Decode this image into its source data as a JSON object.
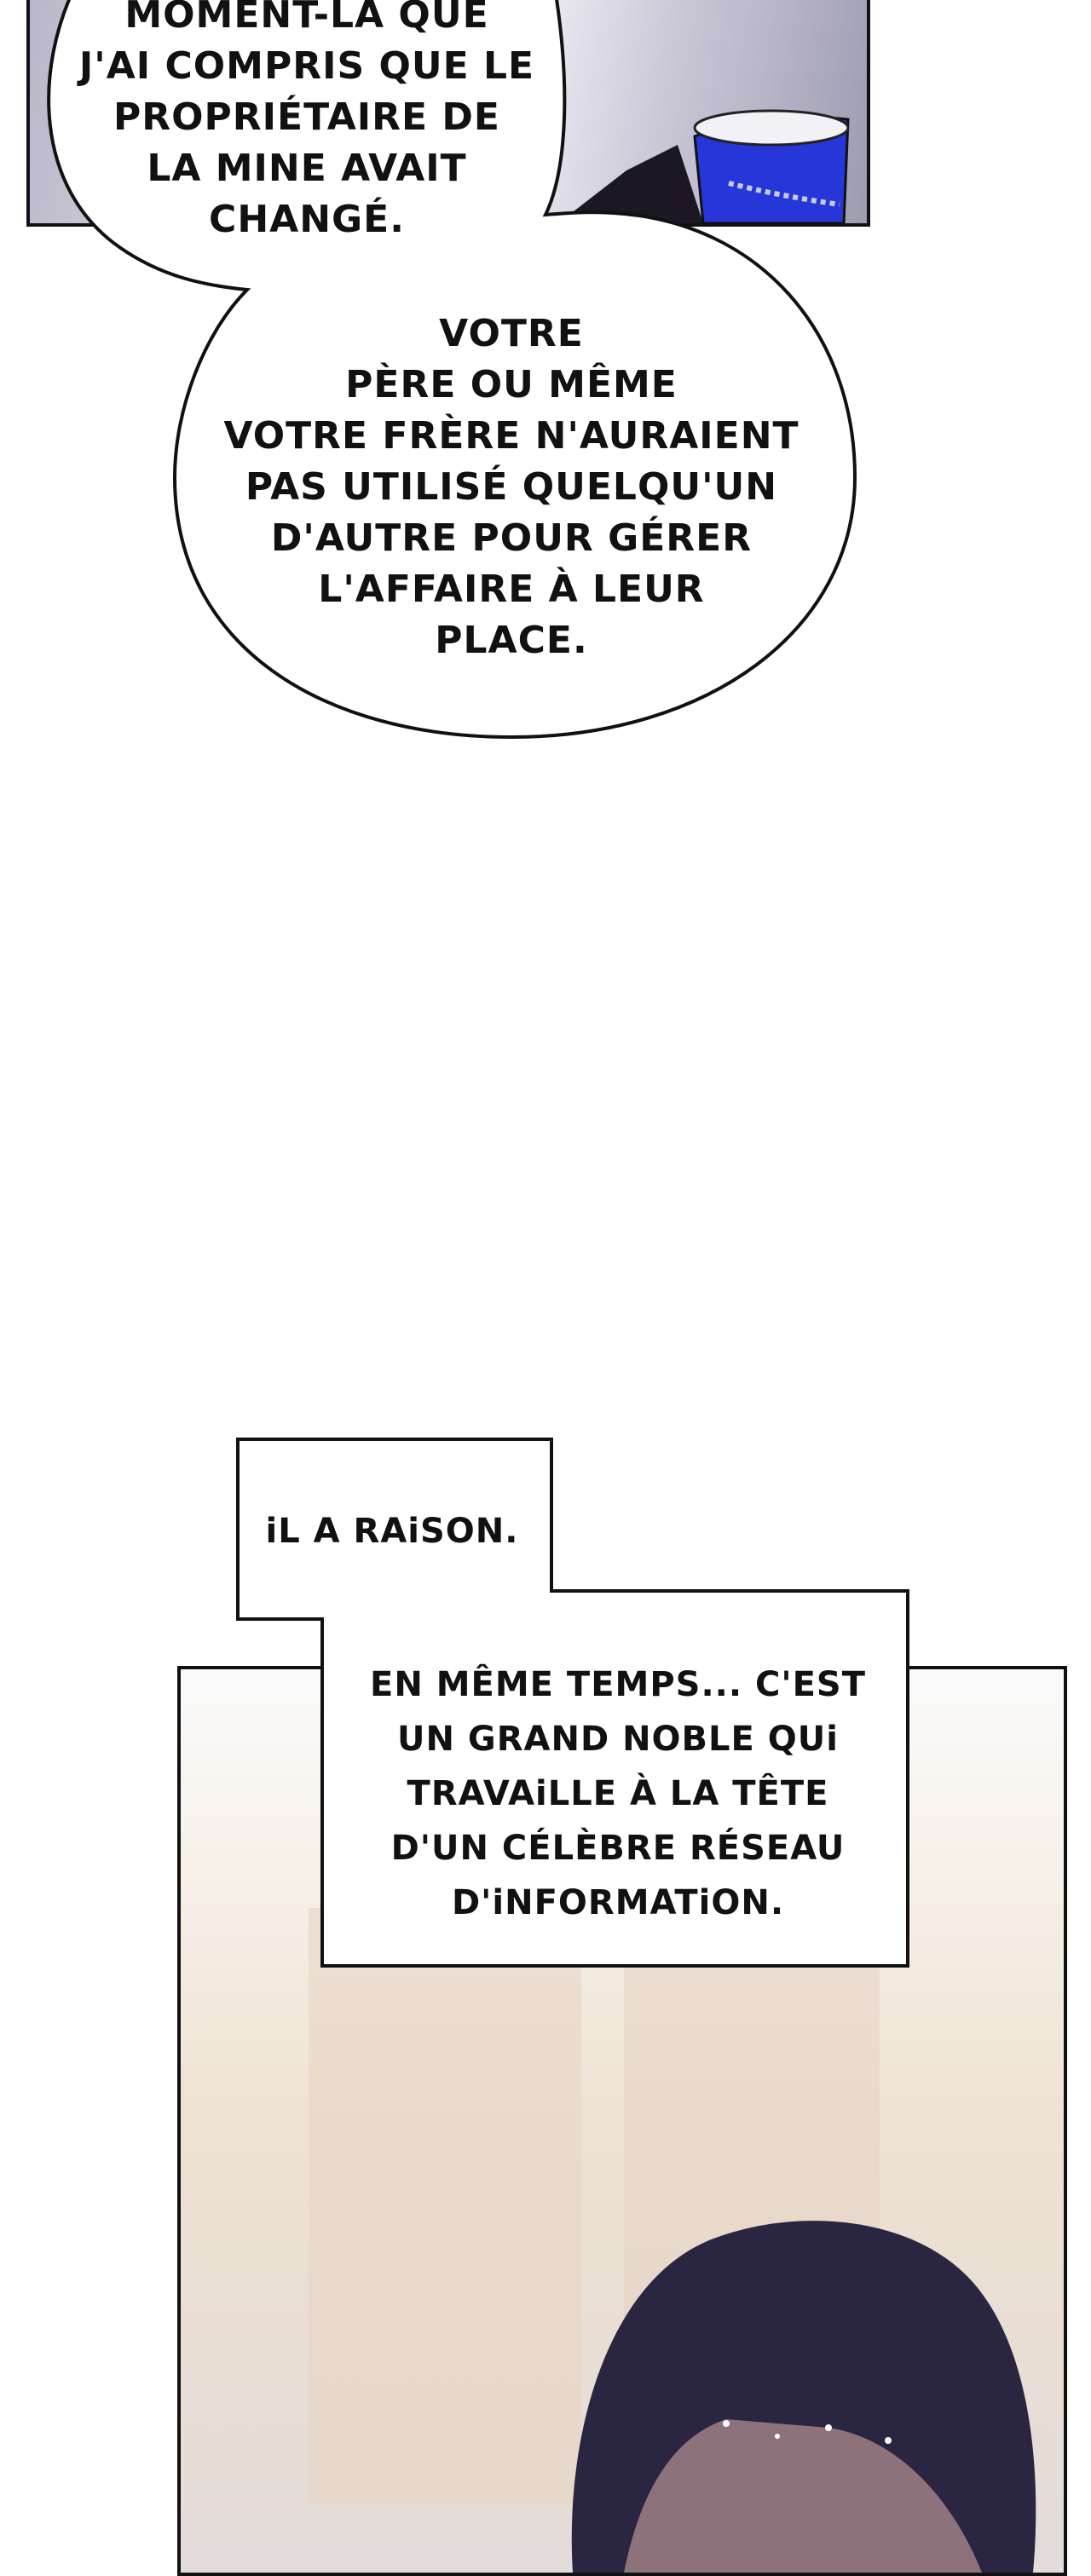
{
  "bubble_top": {
    "lines": [
      "MOMENT-LÀ QUE",
      "J'AI COMPRIS QUE LE",
      "PROPRIÉTAIRE DE",
      "LA MINE AVAIT",
      "CHANGÉ."
    ]
  },
  "bubble_main": {
    "lines": [
      "VOTRE",
      "PÈRE OU MÊME",
      "VOTRE FRÈRE N'AURAIENT",
      "PAS UTILISÉ QUELQU'UN",
      "D'AUTRE POUR GÉRER",
      "L'AFFAIRE À LEUR",
      "PLACE."
    ]
  },
  "narration_box_1": {
    "lines": [
      "iL A RAiSON."
    ]
  },
  "narration_box_2": {
    "lines": [
      "EN MÊME TEMPS... C'EST",
      "UN GRAND NOBLE QUi",
      "TRAVAiLLE À LA TÊTE",
      "D'UN CÉLÈBRE RÉSEAU",
      "D'iNFORMATiON."
    ]
  },
  "colors": {
    "cup_blue": "#1f2fd0",
    "hair": "#2a2540",
    "ink": "#111111"
  }
}
